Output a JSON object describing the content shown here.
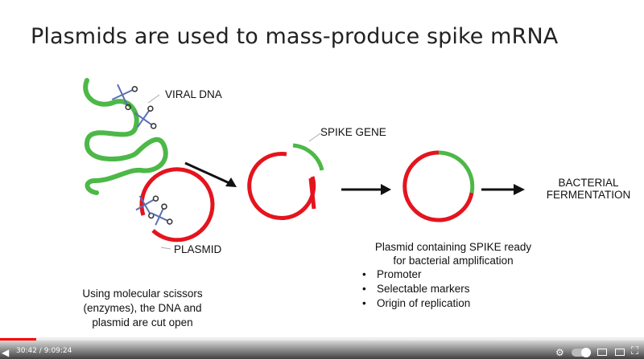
{
  "slide": {
    "title": "Plasmids are used to mass-produce spike mRNA",
    "viral_dna_label": "VIRAL DNA",
    "plasmid_label": "PLASMID",
    "spike_gene_label": "SPIKE GENE",
    "bacterial_label_line1": "BACTERIAL",
    "bacterial_label_line2": "FERMENTATION",
    "scissors_caption": [
      "Using molecular scissors",
      "(enzymes), the DNA and",
      "plasmid are cut open"
    ],
    "plasmid_ready_caption": [
      "Plasmid containing SPIKE ready",
      "for bacterial amplification"
    ],
    "bullets": [
      "Promoter",
      "Selectable markers",
      "Origin of replication"
    ]
  },
  "colors": {
    "dna_green": "#4cb848",
    "plasmid_red": "#e4141e",
    "arrow": "#111111"
  },
  "player": {
    "time_display": "30:42 / 9:09:24",
    "progress_fraction": 0.056,
    "icons": [
      "play-icon",
      "volume-icon",
      "settings-icon",
      "autoplay-toggle",
      "miniplayer-icon",
      "theater-icon",
      "fullscreen-icon"
    ]
  }
}
